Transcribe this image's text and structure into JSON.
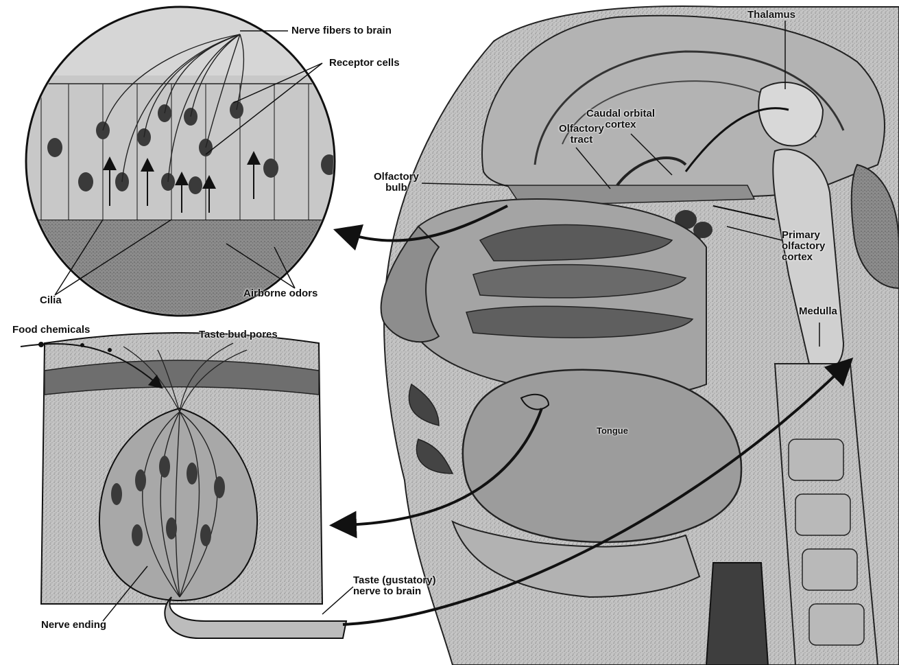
{
  "labels": {
    "nerve_fibers": "Nerve fibers to brain",
    "receptor_cells": "Receptor cells",
    "cilia": "Cilia",
    "airborne_odors": "Airborne odors",
    "food_chemicals": "Food chemicals",
    "taste_bud_pores": "Taste bud pores",
    "nerve_ending": "Nerve ending",
    "taste_nerve": "Taste (gustatory)\nnerve to brain",
    "thalamus": "Thalamus",
    "orbital_cortex": "Caudal orbital\ncortex",
    "olfactory_tract": "Olfactory\ntract",
    "olfactory_bulb": "Olfactory\nbulb",
    "primary_cortex": "Primary\nolfactory\ncortex",
    "medulla": "Medulla",
    "tongue": "Tongue"
  },
  "colors": {
    "background": "#ffffff",
    "tissue_light": "#cfcfcf",
    "tissue_mid": "#9a9a9a",
    "tissue_dark": "#4a4a4a",
    "line": "#111111"
  }
}
